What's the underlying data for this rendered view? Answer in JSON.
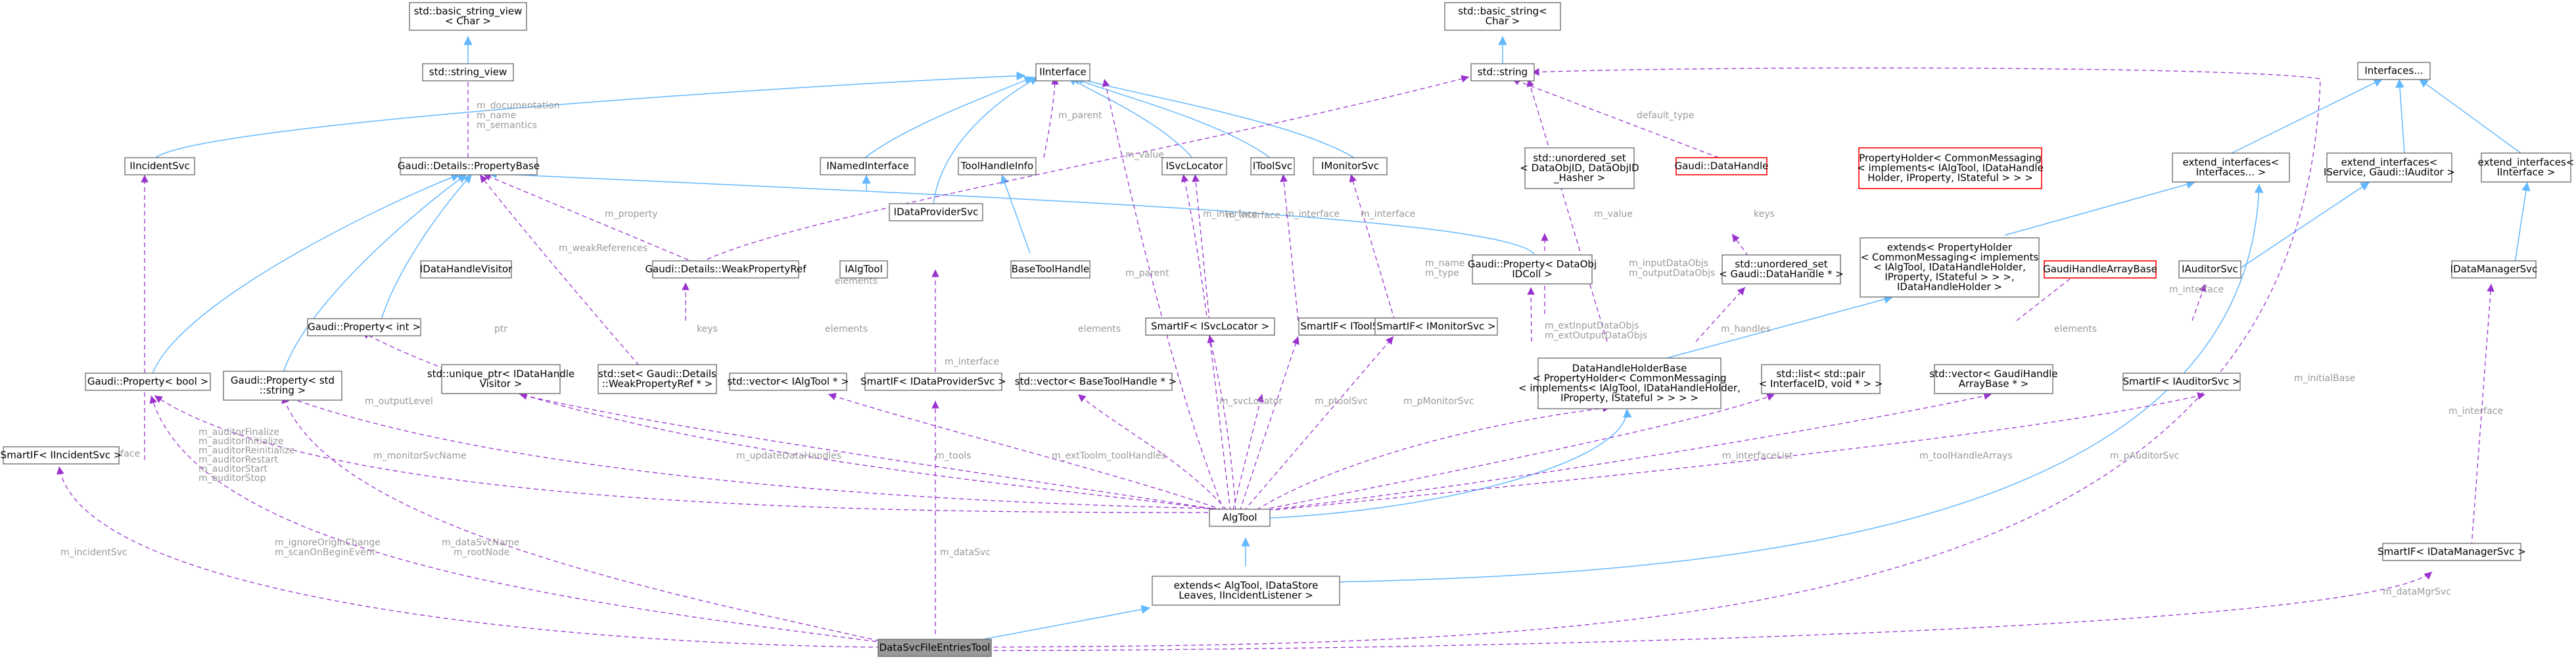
{
  "colors": {
    "inheritance": "#63b8ff",
    "usage": "#9a32cd",
    "label": "#9a9a9a",
    "highlight_fill": "#999999",
    "warning_border": "#ff0000"
  },
  "nodes": [
    {
      "id": "bsv",
      "lines": [
        "std::basic_string_view",
        "< Char >"
      ]
    },
    {
      "id": "sv",
      "lines": [
        "std::string_view"
      ]
    },
    {
      "id": "bs",
      "lines": [
        "std::basic_string<",
        "Char >"
      ]
    },
    {
      "id": "str",
      "lines": [
        "std::string"
      ]
    },
    {
      "id": "iif",
      "lines": [
        "IInterface"
      ]
    },
    {
      "id": "ifs",
      "lines": [
        "Interfaces..."
      ]
    },
    {
      "id": "iinc",
      "lines": [
        "IIncidentSvc"
      ]
    },
    {
      "id": "gpb",
      "lines": [
        "Gaudi::Details::PropertyBase"
      ]
    },
    {
      "id": "inamed",
      "lines": [
        "INamedInterface"
      ]
    },
    {
      "id": "thi",
      "lines": [
        "ToolHandleInfo"
      ]
    },
    {
      "id": "isvcl",
      "lines": [
        "ISvcLocator"
      ]
    },
    {
      "id": "itool",
      "lines": [
        "IToolSvc"
      ]
    },
    {
      "id": "imon",
      "lines": [
        "IMonitorSvc"
      ]
    },
    {
      "id": "uset",
      "lines": [
        "std::unordered_set",
        "< DataObjID, DataObjID",
        "_Hasher >"
      ]
    },
    {
      "id": "gdh",
      "lines": [
        "Gaudi::DataHandle"
      ],
      "red": true
    },
    {
      "id": "phcm",
      "lines": [
        "PropertyHolder< CommonMessaging",
        "< implements< IAlgTool, IDataHandle",
        "Holder, IProperty, IStateful > > >"
      ],
      "red": true
    },
    {
      "id": "ext1",
      "lines": [
        "extend_interfaces<",
        "Interfaces... >"
      ]
    },
    {
      "id": "ext2",
      "lines": [
        "extend_interfaces<",
        "IService, Gaudi::IAuditor >"
      ]
    },
    {
      "id": "ext3",
      "lines": [
        "extend_interfaces<",
        "IInterface >"
      ]
    },
    {
      "id": "idps",
      "lines": [
        "IDataProviderSvc"
      ]
    },
    {
      "id": "wpr",
      "lines": [
        "Gaudi::Details::WeakPropertyRef"
      ]
    },
    {
      "id": "ialg",
      "lines": [
        "IAlgTool"
      ]
    },
    {
      "id": "bth",
      "lines": [
        "BaseToolHandle"
      ]
    },
    {
      "id": "gpdo",
      "lines": [
        "Gaudi::Property< DataObj",
        "IDColl >"
      ]
    },
    {
      "id": "uset2",
      "lines": [
        "std::unordered_set",
        "< Gaudi::DataHandle * >"
      ]
    },
    {
      "id": "extph",
      "lines": [
        "extends< PropertyHolder",
        "< CommonMessaging< implements",
        "< IAlgTool, IDataHandleHolder,",
        "IProperty, IStateful > > >,",
        "IDataHandleHolder >"
      ]
    },
    {
      "id": "ghab",
      "lines": [
        "GaudiHandleArrayBase"
      ],
      "red": true
    },
    {
      "id": "iaud",
      "lines": [
        "IAuditorSvc"
      ]
    },
    {
      "id": "idms",
      "lines": [
        "IDataManagerSvc"
      ]
    },
    {
      "id": "idhv",
      "lines": [
        "IDataHandleVisitor"
      ]
    },
    {
      "id": "gpint",
      "lines": [
        "Gaudi::Property< int >"
      ]
    },
    {
      "id": "gpbool",
      "lines": [
        "Gaudi::Property< bool >"
      ]
    },
    {
      "id": "gpstr",
      "lines": [
        "Gaudi::Property< std",
        "::string >"
      ]
    },
    {
      "id": "uptr",
      "lines": [
        "std::unique_ptr< IDataHandle",
        "Visitor >"
      ]
    },
    {
      "id": "setw",
      "lines": [
        "std::set< Gaudi::Details",
        "::WeakPropertyRef * >"
      ]
    },
    {
      "id": "vecalg",
      "lines": [
        "std::vector< IAlgTool * >"
      ]
    },
    {
      "id": "spdps",
      "lines": [
        "SmartIF< IDataProviderSvc >"
      ]
    },
    {
      "id": "vecbth",
      "lines": [
        "std::vector< BaseToolHandle * >"
      ]
    },
    {
      "id": "spsvcl",
      "lines": [
        "SmartIF< ISvcLocator >"
      ]
    },
    {
      "id": "sptool",
      "lines": [
        "SmartIF< IToolSvc >"
      ]
    },
    {
      "id": "spmon",
      "lines": [
        "SmartIF< IMonitorSvc >"
      ]
    },
    {
      "id": "dhhb",
      "lines": [
        "DataHandleHolderBase",
        "< PropertyHolder< CommonMessaging",
        "< implements< IAlgTool, IDataHandleHolder,",
        "IProperty, IStateful > > > >"
      ]
    },
    {
      "id": "list",
      "lines": [
        "std::list< std::pair",
        "< InterfaceID, void * > >"
      ]
    },
    {
      "id": "vecgh",
      "lines": [
        "std::vector< GaudiHandle",
        "ArrayBase * >"
      ]
    },
    {
      "id": "spaud",
      "lines": [
        "SmartIF< IAuditorSvc >"
      ]
    },
    {
      "id": "spinc",
      "lines": [
        "SmartIF< IIncidentSvc >"
      ]
    },
    {
      "id": "algtool",
      "lines": [
        "AlgTool"
      ]
    },
    {
      "id": "extalg",
      "lines": [
        "extends< AlgTool, IDataStore",
        "Leaves, IIncidentListener >"
      ]
    },
    {
      "id": "spdms",
      "lines": [
        "SmartIF< IDataManagerSvc >"
      ]
    },
    {
      "id": "main",
      "lines": [
        "DataSvcFileEntriesTool"
      ],
      "highlight": true
    }
  ],
  "edge_labels": [
    "m_documentation",
    "m_name",
    "m_semantics",
    "m_parent",
    "default_type",
    "m_value",
    "m_property",
    "m_weakReferences",
    "m_interface",
    "m_interface",
    "m_interface",
    "m_interface",
    "m_interface",
    "m_interface",
    "m_interface",
    "m_value",
    "m_inputDataObjs",
    "m_outputDataObjs",
    "keys",
    "keys",
    "ptr",
    "elements",
    "elements",
    "elements",
    "m_extInputDataObjs",
    "m_extOutputDataObjs",
    "m_handles",
    "m_svcLocator",
    "m_ptoolSvc",
    "m_pMonitorSvc",
    "m_outputLevel",
    "m_auditorFinalize",
    "m_auditorInitialize",
    "m_auditorReinitialize",
    "m_auditorRestart",
    "m_auditorStart",
    "m_auditorStop",
    "m_monitorSvcName",
    "m_updateDataHandles",
    "m_tools",
    "m_extTool",
    "m_toolHandles",
    "m_interfaceList",
    "m_toolHandleArrays",
    "m_pAuditorSvc",
    "m_ignoreOriginChange",
    "m_scanOnBeginEvent",
    "m_dataSvcName",
    "m_rootNode",
    "m_incidentSvc",
    "m_dataSvc",
    "m_initialBase",
    "m_dataMgrSvc",
    "m_interface",
    "m_name",
    "m_type",
    "m_parent",
    "elements"
  ]
}
